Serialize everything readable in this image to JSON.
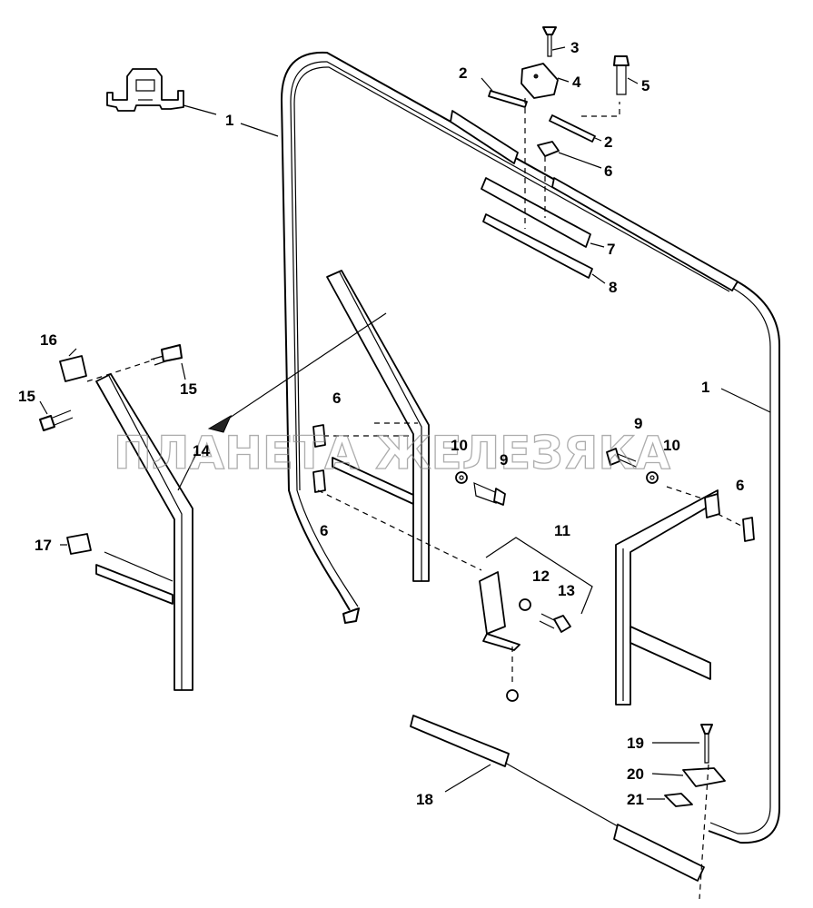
{
  "watermark": "ПЛАНЕТА ЖЕЛЕЗЯКА",
  "callouts": {
    "c1a": "1",
    "c1b": "1",
    "c2a": "2",
    "c2b": "2",
    "c3": "3",
    "c4": "4",
    "c5": "5",
    "c6a": "6",
    "c6b": "6",
    "c6c": "6",
    "c6d": "6",
    "c7": "7",
    "c8": "8",
    "c9a": "9",
    "c9b": "9",
    "c10a": "10",
    "c10b": "10",
    "c11": "11",
    "c12": "12",
    "c13": "13",
    "c14": "14",
    "c15a": "15",
    "c15b": "15",
    "c16": "16",
    "c17": "17",
    "c18": "18",
    "c19": "19",
    "c20": "20",
    "c21": "21"
  }
}
